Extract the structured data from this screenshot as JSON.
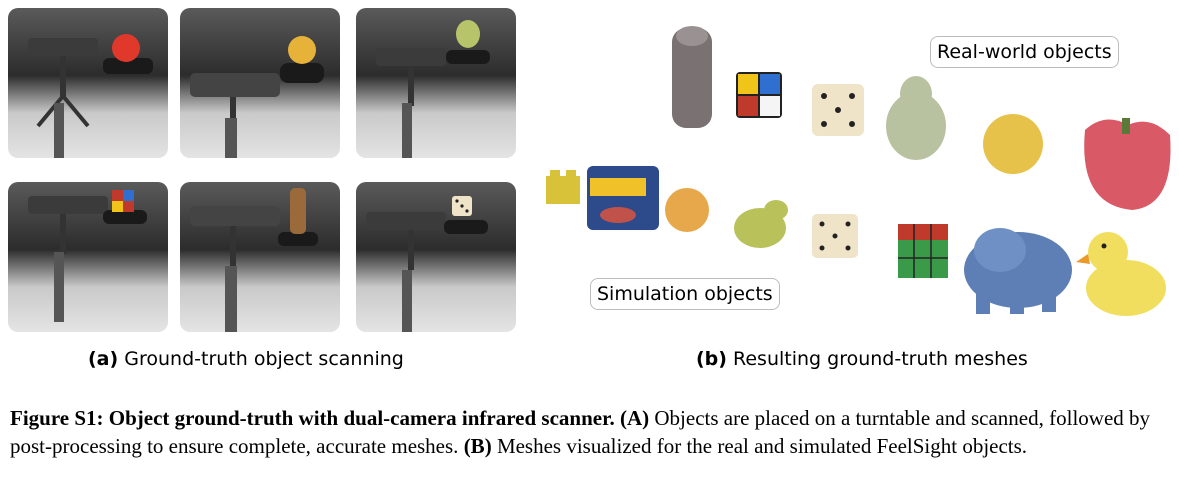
{
  "panel_a": {
    "label": "(a)",
    "caption": "Ground-truth object scanning"
  },
  "panel_b": {
    "label": "(b)",
    "caption": "Resulting ground-truth meshes",
    "real_label": "Real-world objects",
    "sim_label": "Simulation objects"
  },
  "figure": {
    "label": "Figure S1:",
    "title": "Object ground-truth with dual-camera infrared scanner.",
    "a_tag": "(A)",
    "a_text": "Objects are placed on a turntable and scanned, followed by post-processing to ensure complete, accurate meshes.",
    "b_tag": "(B)",
    "b_text": "Meshes visualized for the real and simulated FeelSight objects."
  },
  "colors": {
    "pepper": "#e0392b",
    "peach": "#e6b23a",
    "pear": "#b8c46a",
    "die": "#efe4c8",
    "elephant": "#5d7fb5",
    "duck": "#f1de5e"
  }
}
